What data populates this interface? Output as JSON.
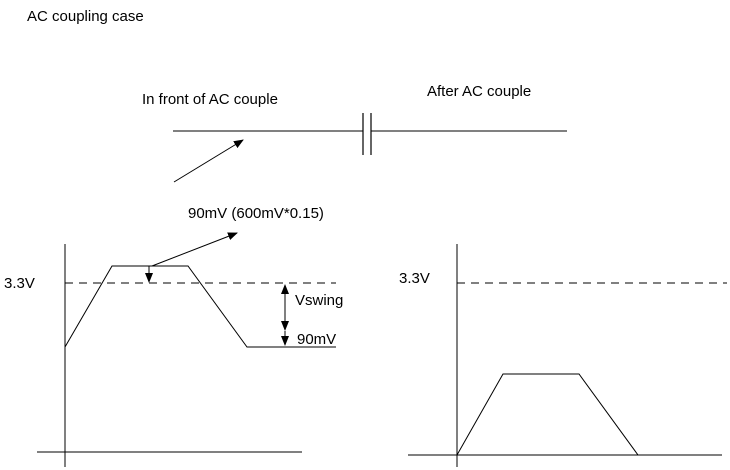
{
  "title": "AC coupling case",
  "labels": {
    "front": "In front of AC couple",
    "after": "After AC couple",
    "droop": "90mV (600mV*0.15)",
    "left_level": "3.3V",
    "right_level": "3.3V",
    "vswing": "Vswing",
    "offset": "90mV"
  },
  "colors": {
    "line": "#000000",
    "background": "#ffffff"
  }
}
